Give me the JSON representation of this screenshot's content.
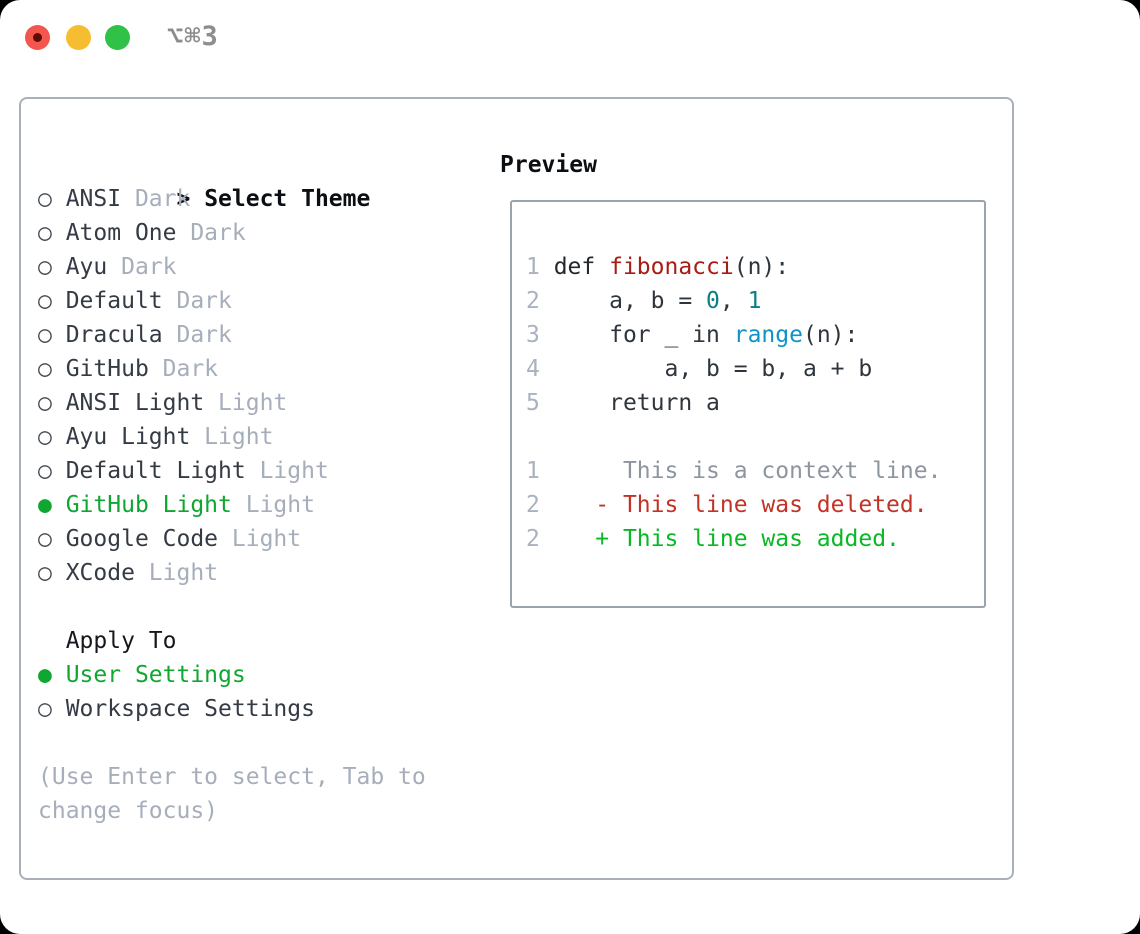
{
  "window": {
    "title": "⌥⌘3"
  },
  "icons": {
    "radio_unselected": "○",
    "radio_selected": "●",
    "selection_caret": "> "
  },
  "colors": {
    "accent_green": "#10a632",
    "diff_added": "#09b826",
    "diff_deleted": "#c23327",
    "function_red": "#a91b15",
    "number_teal": "#0b7f88",
    "builtin_blue": "#0d93c7",
    "muted_gray": "#a6aebb",
    "traffic_red": "#f4564e",
    "traffic_yellow": "#f6bd30",
    "traffic_green": "#30c148"
  },
  "theme_panel": {
    "header": {
      "prompt": "> ",
      "label": "Select Theme"
    },
    "themes": [
      {
        "name": "ANSI",
        "variant": "Dark",
        "selected": false
      },
      {
        "name": "Atom One",
        "variant": "Dark",
        "selected": false
      },
      {
        "name": "Ayu",
        "variant": "Dark",
        "selected": false
      },
      {
        "name": "Default",
        "variant": "Dark",
        "selected": false
      },
      {
        "name": "Dracula",
        "variant": "Dark",
        "selected": false
      },
      {
        "name": "GitHub",
        "variant": "Dark",
        "selected": false
      },
      {
        "name": "ANSI Light",
        "variant": "Light",
        "selected": false
      },
      {
        "name": "Ayu Light",
        "variant": "Light",
        "selected": false
      },
      {
        "name": "Default Light",
        "variant": "Light",
        "selected": false
      },
      {
        "name": "GitHub Light",
        "variant": "Light",
        "selected": true
      },
      {
        "name": "Google Code",
        "variant": "Light",
        "selected": false
      },
      {
        "name": "XCode",
        "variant": "Light",
        "selected": false
      }
    ],
    "apply_to": {
      "label": "Apply To",
      "options": [
        {
          "label": "User Settings",
          "selected": true
        },
        {
          "label": "Workspace Settings",
          "selected": false
        }
      ]
    },
    "hint_lines": [
      "(Use Enter to select, Tab to",
      "change focus)"
    ]
  },
  "preview": {
    "header": "Preview",
    "lines": [
      {
        "num": "1",
        "segs": [
          {
            "text": "def ",
            "style": "kw"
          },
          {
            "text": "fibonacci",
            "style": "fn"
          },
          {
            "text": "(n):",
            "style": "plain"
          }
        ]
      },
      {
        "num": "2",
        "segs": [
          {
            "text": "    a, b = ",
            "style": "plain"
          },
          {
            "text": "0",
            "style": "num"
          },
          {
            "text": ", ",
            "style": "plain"
          },
          {
            "text": "1",
            "style": "num"
          }
        ]
      },
      {
        "num": "3",
        "segs": [
          {
            "text": "    for _ in ",
            "style": "plain"
          },
          {
            "text": "range",
            "style": "builtin"
          },
          {
            "text": "(n):",
            "style": "plain"
          }
        ]
      },
      {
        "num": "4",
        "segs": [
          {
            "text": "        a, b = b, a + b",
            "style": "plain"
          }
        ]
      },
      {
        "num": "5",
        "segs": [
          {
            "text": "    return a",
            "style": "plain"
          }
        ]
      },
      {
        "num": "",
        "segs": []
      },
      {
        "num": "1",
        "segs": [
          {
            "text": "     This is a context line.",
            "style": "ctx"
          }
        ]
      },
      {
        "num": "2",
        "segs": [
          {
            "text": "   - This line was deleted.",
            "style": "del"
          }
        ]
      },
      {
        "num": "2",
        "segs": [
          {
            "text": "   + This line was added.",
            "style": "add"
          }
        ]
      }
    ]
  }
}
